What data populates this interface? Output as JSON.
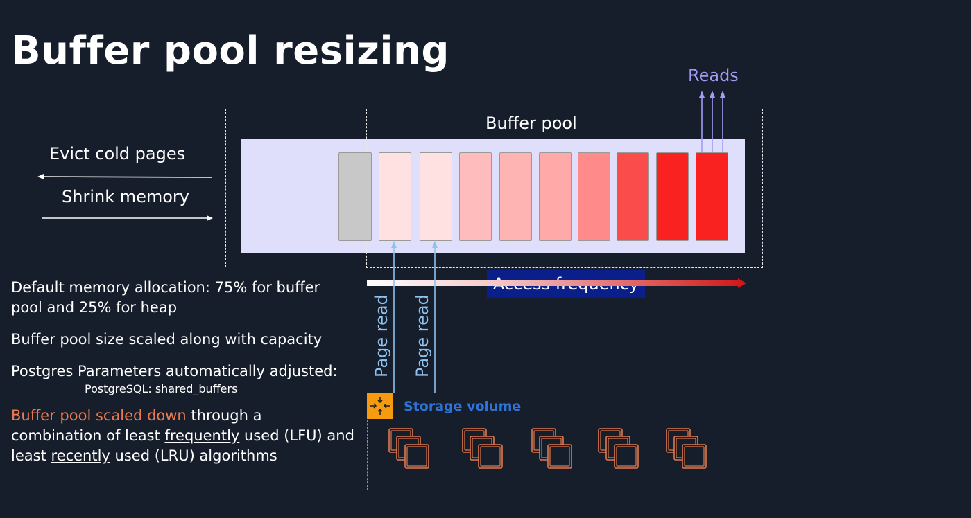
{
  "title": "Buffer pool resizing",
  "diagram": {
    "evict_label": "Evict cold pages",
    "shrink_label": "Shrink memory",
    "buffer_pool_label": "Buffer pool",
    "reads_label": "Reads",
    "access_frequency_label": "Access frequency",
    "page_read_label_1": "Page read",
    "page_read_label_2": "Page read",
    "storage_volume_label": "Storage volume",
    "page_colors": [
      "#c8c8c8",
      "#ffe1e1",
      "#ffe1e1",
      "#ffbcbc",
      "#ffb4b4",
      "#ffa9a9",
      "#ff8a8a",
      "#fb4c4c",
      "#fa2121",
      "#fa2121"
    ],
    "accent_colors": {
      "reads": "#a49cf4",
      "page_read": "#8fc2ee",
      "storage": "#e0784c",
      "storage_icon": "#f49b10",
      "access_frequency_bg": "#0a1f8a"
    }
  },
  "notes": {
    "default_memory": "Default memory allocation: 75% for buffer pool and 25% for heap",
    "scaled_capacity": "Buffer pool size scaled along with capacity",
    "postgres_params": "Postgres Parameters automatically adjusted:",
    "postgres_sub": "PostgreSQL: shared_buffers",
    "scaled_down_highlight": "Buffer pool scaled down",
    "scaled_down_1": " through a",
    "scaled_down_2": "combination of least ",
    "scaled_down_frequently": "frequently",
    "scaled_down_3": " used (LFU) and",
    "scaled_down_4": "least ",
    "scaled_down_recently": "recently",
    "scaled_down_5": " used (LRU) algorithms"
  }
}
